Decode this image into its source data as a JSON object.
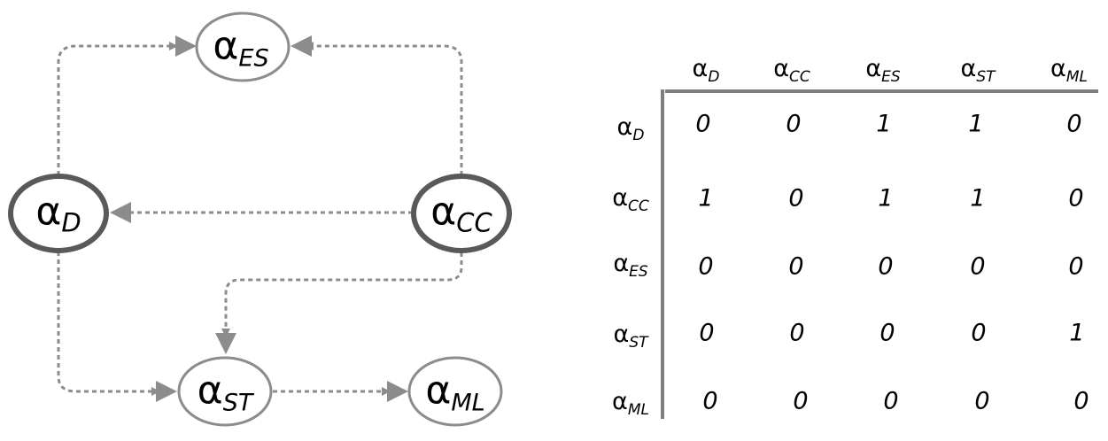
{
  "graph": {
    "nodes": {
      "es": {
        "symbol": "α",
        "sub": "ES"
      },
      "d": {
        "symbol": "α",
        "sub": "D"
      },
      "cc": {
        "symbol": "α",
        "sub": "CC"
      },
      "st": {
        "symbol": "α",
        "sub": "ST"
      },
      "ml": {
        "symbol": "α",
        "sub": "ML"
      }
    },
    "edges": [
      {
        "from": "d",
        "to": "es"
      },
      {
        "from": "cc",
        "to": "es"
      },
      {
        "from": "cc",
        "to": "d"
      },
      {
        "from": "d",
        "to": "st"
      },
      {
        "from": "cc",
        "to": "st"
      },
      {
        "from": "st",
        "to": "ml"
      }
    ],
    "colors": {
      "edge": "#8c8c8c",
      "node_outline": "#8c8c8c",
      "node_outline_bold": "#595959"
    }
  },
  "matrix": {
    "labels": [
      {
        "symbol": "α",
        "sub": "D"
      },
      {
        "symbol": "α",
        "sub": "CC"
      },
      {
        "symbol": "α",
        "sub": "ES"
      },
      {
        "symbol": "α",
        "sub": "ST"
      },
      {
        "symbol": "α",
        "sub": "ML"
      }
    ],
    "rows": [
      [
        "0",
        "0",
        "1",
        "1",
        "0"
      ],
      [
        "1",
        "0",
        "1",
        "1",
        "0"
      ],
      [
        "0",
        "0",
        "0",
        "0",
        "0"
      ],
      [
        "0",
        "0",
        "0",
        "0",
        "1"
      ],
      [
        "0",
        "0",
        "0",
        "0",
        "0"
      ]
    ]
  }
}
